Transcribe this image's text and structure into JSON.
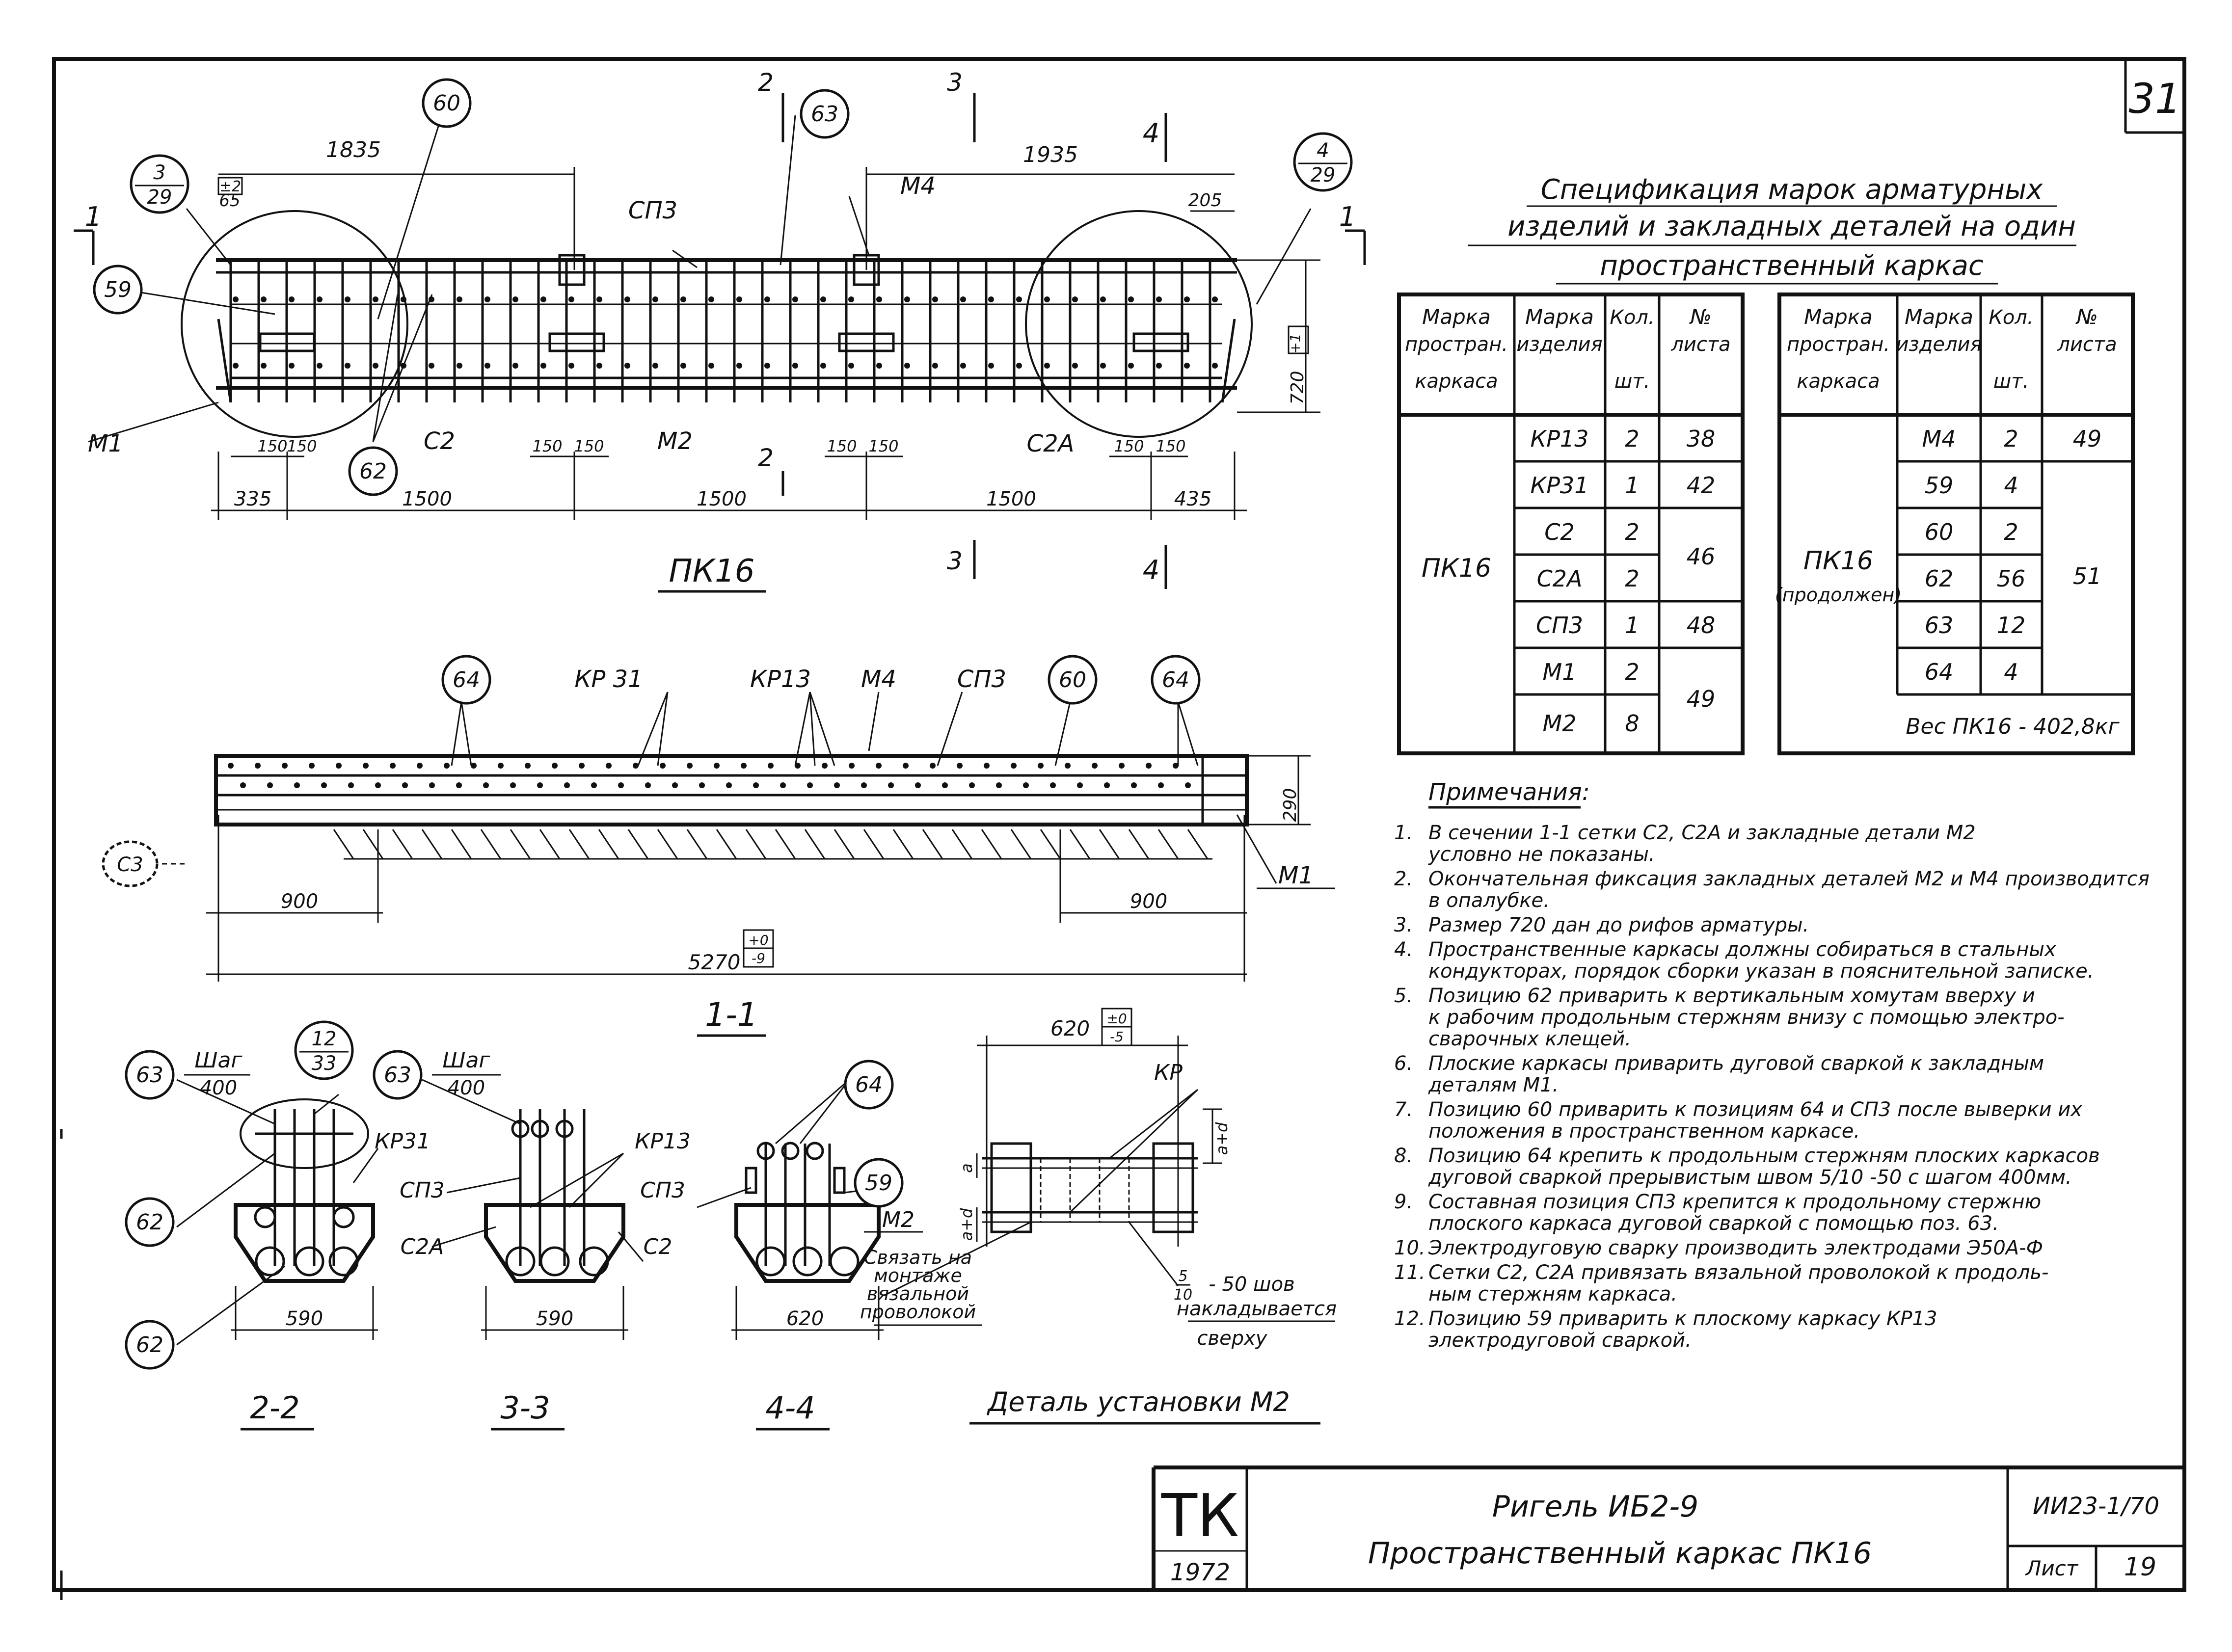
{
  "sheet_number": "31",
  "spec": {
    "title_lines": [
      "Спецификация марок арматурных",
      "изделий и закладных деталей на один",
      "пространственный каркас"
    ],
    "left_headers": [
      "Марка",
      "простран.",
      "каркаса",
      "Марка",
      "изделия",
      "Кол.",
      "шт.",
      "№",
      "листа"
    ],
    "left_frame": "ПК16",
    "left_rows": [
      {
        "item": "КР13",
        "qty": "2",
        "sheet": "38"
      },
      {
        "item": "КР31",
        "qty": "1",
        "sheet": "42"
      },
      {
        "item": "С2",
        "qty": "2",
        "sheet": "46"
      },
      {
        "item": "С2А",
        "qty": "2",
        "sheet": ""
      },
      {
        "item": "СП3",
        "qty": "1",
        "sheet": "48"
      },
      {
        "item": "М1",
        "qty": "2",
        "sheet": "49"
      },
      {
        "item": "М2",
        "qty": "8",
        "sheet": ""
      }
    ],
    "right_headers": [
      "Марка",
      "простран.",
      "каркаса",
      "Марка",
      "изделия",
      "Кол.",
      "шт.",
      "№",
      "листа"
    ],
    "right_frame": "ПК16",
    "right_frame_note": "(продолжен)",
    "right_rows": [
      {
        "item": "М4",
        "qty": "2",
        "sheet": "49"
      },
      {
        "item": "59",
        "qty": "4",
        "sheet": "51"
      },
      {
        "item": "60",
        "qty": "2",
        "sheet": ""
      },
      {
        "item": "62",
        "qty": "56",
        "sheet": ""
      },
      {
        "item": "63",
        "qty": "12",
        "sheet": ""
      },
      {
        "item": "64",
        "qty": "4",
        "sheet": ""
      }
    ],
    "weight": "Вес ПК16 - 402,8кг"
  },
  "notes": {
    "heading": "Примечания:",
    "items": [
      {
        "num": "1.",
        "lines": [
          "В сечении 1-1 сетки С2, С2А и закладные детали М2",
          "условно не показаны."
        ]
      },
      {
        "num": "2.",
        "lines": [
          "Окончательная фиксация закладных деталей М2 и М4 производится",
          "в опалубке."
        ]
      },
      {
        "num": "3.",
        "lines": [
          "Размер 720 дан до рифов арматуры."
        ]
      },
      {
        "num": "4.",
        "lines": [
          "Пространственные каркасы должны собираться в стальных",
          "кондукторах, порядок сборки указан в пояснительной записке."
        ]
      },
      {
        "num": "5.",
        "lines": [
          "Позицию 62 приварить к вертикальным хомутам вверху и",
          "к рабочим продольным стержням внизу с помощью электро-",
          "сварочных клещей."
        ]
      },
      {
        "num": "6.",
        "lines": [
          "Плоские каркасы приварить дуговой сваркой к закладным",
          "деталям М1."
        ]
      },
      {
        "num": "7.",
        "lines": [
          "Позицию 60 приварить к позициям 64 и СП3 после выверки их",
          "положения в пространственном каркасе."
        ]
      },
      {
        "num": "8.",
        "lines": [
          "Позицию 64 крепить к продольным стержням плоских каркасов",
          "дуговой сваркой прерывистым швом 5/10 -50 с шагом 400мм."
        ]
      },
      {
        "num": "9.",
        "lines": [
          "Составная позиция СП3 крепится к продольному стержню",
          "плоского каркаса дуговой сваркой с помощью поз. 63."
        ]
      },
      {
        "num": "10.",
        "lines": [
          "Электродуговую сварку производить электродами Э50А-Ф"
        ]
      },
      {
        "num": "11.",
        "lines": [
          "Сетки С2, С2А привязать вязальной проволокой к продоль-",
          "ным стержням каркаса."
        ]
      },
      {
        "num": "12.",
        "lines": [
          "Позицию 59 приварить к плоскому каркасу КР13",
          "электродуговой сваркой."
        ]
      }
    ]
  },
  "title_block": {
    "org": "ТК",
    "year": "1972",
    "line1": "Ригель ИБ2-9",
    "line2": "Пространственный каркас ПК16",
    "series": "ИИ23-1/70",
    "sheet_label": "Лист",
    "sheet_no": "19"
  },
  "elevation": {
    "caption": "ПК16",
    "dims_top": [
      "1835",
      "1935",
      "205",
      "65",
      "±2"
    ],
    "dims_bottom": [
      "335",
      "1500",
      "1500",
      "1500",
      "435"
    ],
    "dims_small": [
      "150",
      "150",
      "150",
      "150",
      "150",
      "150",
      "150",
      "150"
    ],
    "height": "720",
    "height_tol": "+1",
    "labels": [
      "СП3",
      "М4",
      "С2",
      "М2",
      "С2А",
      "М1"
    ],
    "callouts": [
      "60",
      "63",
      "59",
      "62",
      "62"
    ],
    "detail_refs": [
      {
        "num": "3",
        "den": "29"
      },
      {
        "num": "4",
        "den": "29"
      }
    ],
    "section_marks": [
      "1",
      "1",
      "2",
      "2",
      "3",
      "3",
      "4",
      "4"
    ]
  },
  "section11": {
    "caption": "1-1",
    "labels": [
      "КР 31",
      "КР13",
      "М4",
      "СП3",
      "М1"
    ],
    "callouts": [
      "64",
      "60",
      "64"
    ],
    "c3": "С3",
    "height": "290",
    "dim_left": "900",
    "dim_right": "900",
    "total": "5270",
    "total_tol_top": "+0",
    "total_tol_bot": "-9"
  },
  "sections": [
    {
      "caption": "2-2",
      "width": "590",
      "step_label": "Шаг",
      "step": "400",
      "labels": [
        "КР31"
      ],
      "callouts": [
        "63",
        "62",
        "62"
      ],
      "ref_num": "12",
      "ref_den": "33"
    },
    {
      "caption": "3-3",
      "width": "590",
      "step_label": "Шаг",
      "step": "400",
      "labels": [
        "КР13",
        "СП3",
        "С2А",
        "С2"
      ],
      "callouts": [
        "63"
      ]
    },
    {
      "caption": "4-4",
      "width": "620",
      "labels": [
        "СП3",
        "М2"
      ],
      "callouts": [
        "64",
        "59"
      ]
    }
  ],
  "detail_m2": {
    "caption": "Деталь установки М2",
    "dim": "620",
    "tol_top": "±0",
    "tol_bot": "-5",
    "kp": "КР",
    "ad": "a+d",
    "a": "a",
    "note_left": [
      "Связать на",
      "монтаже",
      "вязальной",
      "проволокой"
    ],
    "weld_num": "5",
    "weld_den": "10",
    "weld_rest": "- 50 шов",
    "weld_lines": [
      "накладывается",
      "сверху"
    ]
  }
}
